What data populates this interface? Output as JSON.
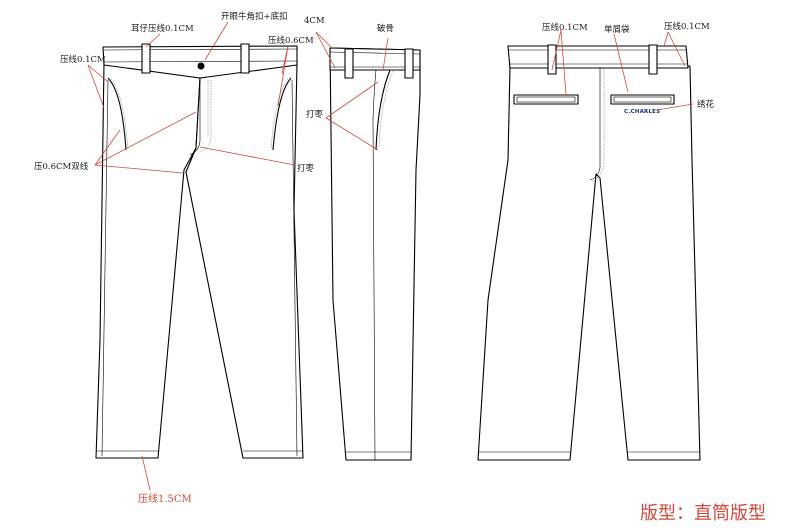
{
  "labels": {
    "belt_loop_stitch": "耳仔压线0.1CM",
    "open_button": "开眼牛角扣+底扣",
    "front_stitch_left": "压线0.1CM",
    "front_stitch_right": "压线0.6CM",
    "double_stitch": "压0.6CM双线",
    "bartack_front": "打枣",
    "hem_stitch": "压线1.5CM",
    "side_4cm": "4CM",
    "side_seam": "破骨",
    "bartack_side": "打枣",
    "back_stitch_left": "压线0.1CM",
    "single_welt": "单屑袋",
    "back_stitch_right": "压线0.1CM",
    "embroidery": "绣花"
  },
  "brand_text": "C.CHARLES",
  "fit_title": "版型：直筒版型",
  "colors": {
    "annotation": "#d24a3c",
    "line": "#000000",
    "brand": "#1c2f7a"
  }
}
